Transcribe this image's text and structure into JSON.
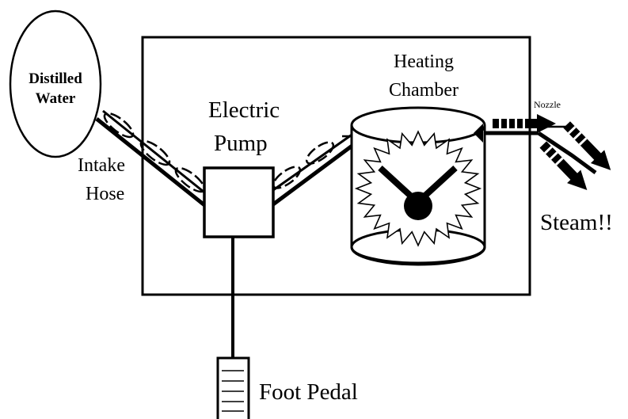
{
  "diagram": {
    "labels": {
      "distilled_water_line1": "Distilled",
      "distilled_water_line2": "Water",
      "intake_hose_line1": "Intake",
      "intake_hose_line2": "Hose",
      "electric_pump_line1": "Electric",
      "electric_pump_line2": "Pump",
      "heating_chamber_line1": "Heating",
      "heating_chamber_line2": "Chamber",
      "nozzle": "Nozzle",
      "steam": "Steam!!",
      "foot_pedal": "Foot Pedal"
    }
  }
}
